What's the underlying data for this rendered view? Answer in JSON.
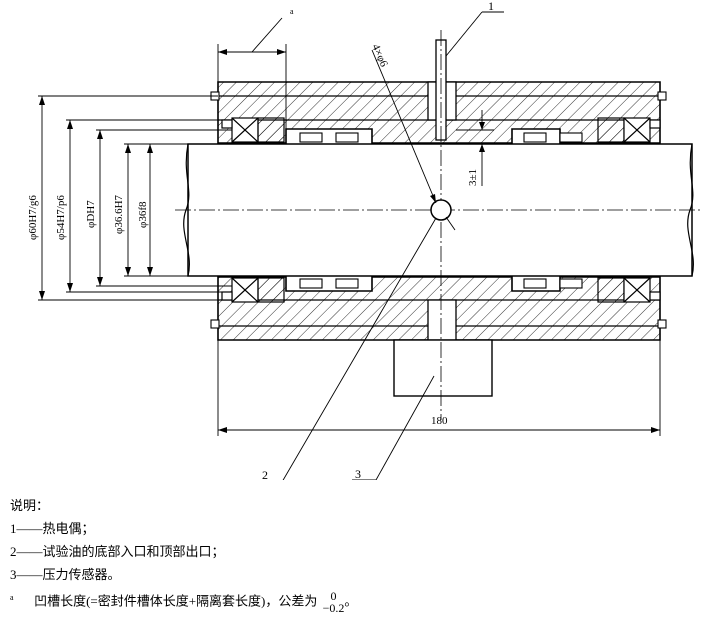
{
  "drawing": {
    "callouts": {
      "c1": "1",
      "c2": "2",
      "c3": "3",
      "note_mark": "a"
    },
    "dimensions": {
      "d60": "φ60H7/g6",
      "d54": "φ54H7/p6",
      "dDH": "φDH7",
      "d366": "φ36.6H7",
      "d36": "φ36f8",
      "hole": "4×φ6",
      "gap": "3±1",
      "length": "180"
    }
  },
  "notes": {
    "title": "说明：",
    "item1": "1——热电偶；",
    "item2": "2——试验油的底部入口和顶部出口；",
    "item3": "3——压力传感器。",
    "footnote_mark": "a",
    "footnote": "凹槽长度(=密封件槽体长度+隔离套长度)，公差为",
    "tol_upper": "0",
    "tol_lower": "−0.2",
    "tol_end": "。"
  }
}
